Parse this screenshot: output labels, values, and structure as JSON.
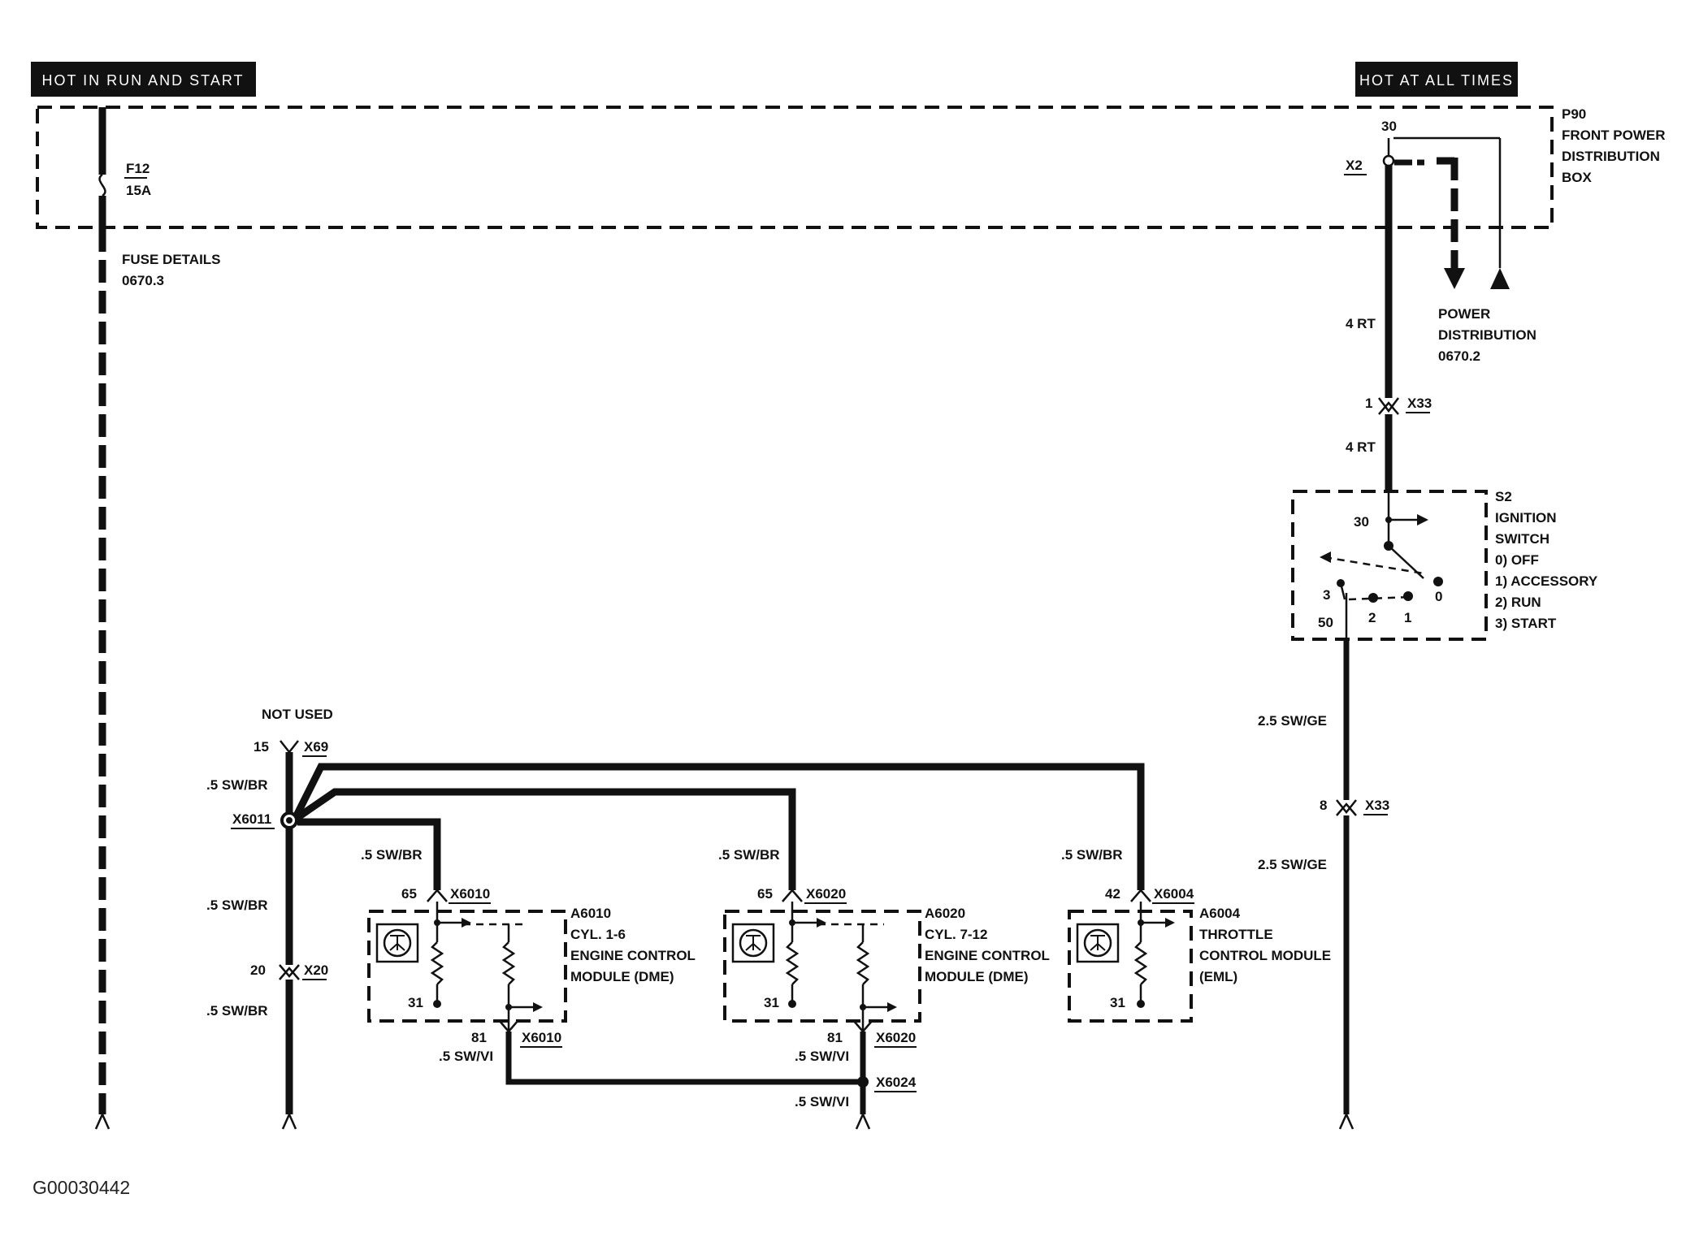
{
  "headers": {
    "left": "HOT IN RUN AND START",
    "right": "HOT AT ALL TIMES"
  },
  "power_box": {
    "id": "P90",
    "name_line1": "FRONT POWER",
    "name_line2": "DISTRIBUTION",
    "name_line3": "BOX",
    "fuse_id": "F12",
    "fuse_rating": "15A",
    "terminal": "30",
    "connector": "X2"
  },
  "fuse_details": {
    "line1": "FUSE DETAILS",
    "line2": "0670.3"
  },
  "power_distribution": {
    "line1": "POWER",
    "line2": "DISTRIBUTION",
    "line3": "0670.2"
  },
  "wires": {
    "rt_upper": "4 RT",
    "rt_lower": "4 RT",
    "sw_ge_upper": "2.5 SW/GE",
    "sw_ge_lower": "2.5 SW/GE",
    "sw_br_x69": ".5 SW/BR",
    "sw_br_left_mid": ".5 SW/BR",
    "sw_br_left_low": ".5 SW/BR",
    "sw_br_a6010": ".5 SW/BR",
    "sw_br_a6020": ".5 SW/BR",
    "sw_br_a6004": ".5 SW/BR",
    "sw_vi_a6010": ".5 SW/VI",
    "sw_vi_a6020": ".5 SW/VI",
    "sw_vi_bottom": ".5 SW/VI"
  },
  "connectors": {
    "x33_top": {
      "pin": "1",
      "id": "X33"
    },
    "x33_bottom": {
      "pin": "8",
      "id": "X33"
    },
    "x69": {
      "pin": "15",
      "id": "X69",
      "note": "NOT USED"
    },
    "x6011": {
      "id": "X6011"
    },
    "x20": {
      "pin": "20",
      "id": "X20"
    },
    "x6010_top": {
      "pin": "65",
      "id": "X6010"
    },
    "x6010_bottom": {
      "pin": "81",
      "id": "X6010"
    },
    "x6020_top": {
      "pin": "65",
      "id": "X6020"
    },
    "x6020_bottom": {
      "pin": "81",
      "id": "X6020"
    },
    "x6004": {
      "pin": "42",
      "id": "X6004"
    },
    "x6024": {
      "id": "X6024"
    }
  },
  "ignition_switch": {
    "id": "S2",
    "name_line1": "IGNITION",
    "name_line2": "SWITCH",
    "pos0": "0)   OFF",
    "pos1": "1)   ACCESSORY",
    "pos2": "2)   RUN",
    "pos3": "3)   START",
    "term_30": "30",
    "term_50": "50",
    "c3": "3",
    "c2": "2",
    "c1": "1",
    "c0": "0"
  },
  "modules": {
    "a6010": {
      "id": "A6010",
      "line1": "CYL. 1-6",
      "line2": "ENGINE CONTROL",
      "line3": "MODULE (DME)",
      "ground": "31"
    },
    "a6020": {
      "id": "A6020",
      "line1": "CYL. 7-12",
      "line2": "ENGINE CONTROL",
      "line3": "MODULE (DME)",
      "ground": "31"
    },
    "a6004": {
      "id": "A6004",
      "line1": "THROTTLE",
      "line2": "CONTROL MODULE",
      "line3": "(EML)",
      "ground": "31"
    }
  },
  "figure_id": "G00030442"
}
